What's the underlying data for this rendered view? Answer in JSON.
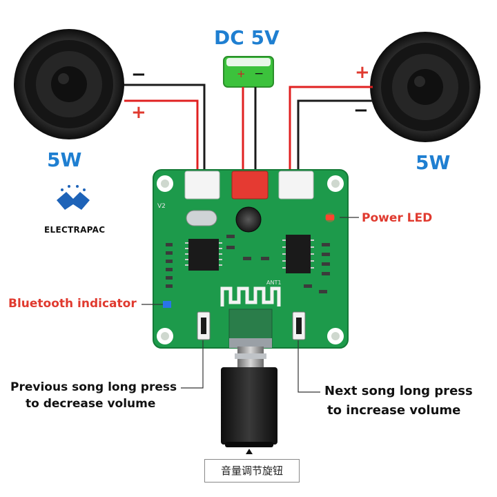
{
  "power": {
    "title": "DC 5V",
    "plus": "+",
    "minus": "−"
  },
  "speakers": {
    "left": {
      "wattage": "5W",
      "minus": "−",
      "plus": "+"
    },
    "right": {
      "wattage": "5W",
      "plus": "+",
      "minus": "−"
    }
  },
  "board": {
    "version": "V2",
    "antenna": "ANT1"
  },
  "labels": {
    "power_led": "Power LED",
    "bluetooth_indicator": "Bluetooth indicator",
    "previous_line1": "Previous song long press",
    "previous_line2": "to decrease volume",
    "next_line1": "Next song long press",
    "next_line2": "to increase volume",
    "knob": "音量调节旋钮"
  },
  "brand": {
    "name": "ELECTRAPAC"
  },
  "colors": {
    "board": "#1d9a4b",
    "wire_red": "#e02020",
    "wire_black": "#1a1a1a",
    "label_blue": "#1f7fd1",
    "label_red": "#e03a2f",
    "power_block": "#3cc23c",
    "power_led": "#ff3a2a",
    "bt_led": "#2a74e8"
  }
}
